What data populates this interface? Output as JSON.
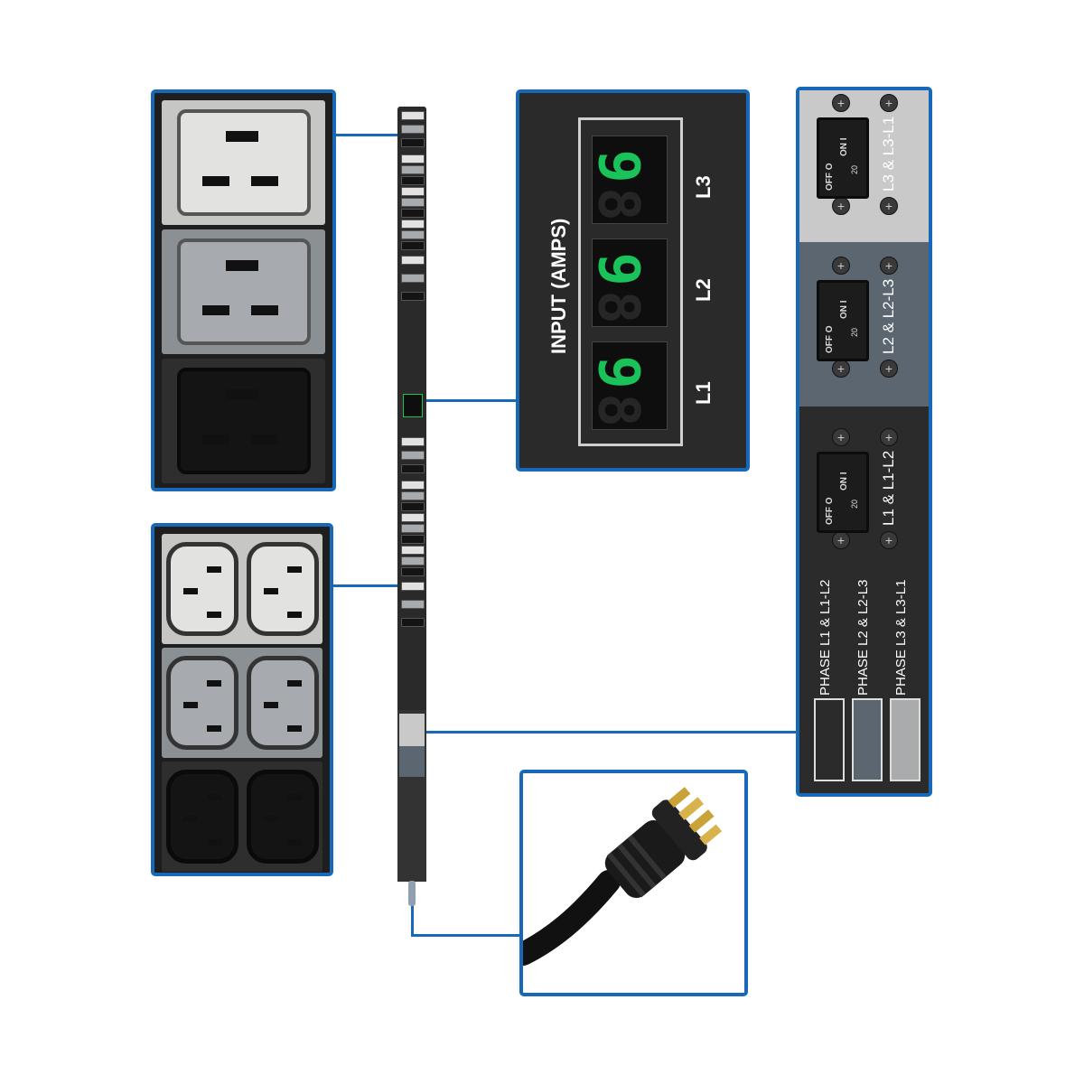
{
  "display_panel": {
    "title": "INPUT (AMPS)",
    "phases": [
      {
        "label": "L3",
        "digit_on": "9",
        "digit_off": "8"
      },
      {
        "label": "L2",
        "digit_on": "9",
        "digit_off": "8"
      },
      {
        "label": "L1",
        "digit_on": "9",
        "digit_off": "8"
      }
    ]
  },
  "breaker_panel": {
    "breakers": [
      {
        "label": "L3 & L3-L1",
        "off": "OFF",
        "off_symbol": "O",
        "on": "ON",
        "on_symbol": "I",
        "rating": "20",
        "color": "#c9c9c9"
      },
      {
        "label": "L2 & L2-L3",
        "off": "OFF",
        "off_symbol": "O",
        "on": "ON",
        "on_symbol": "I",
        "rating": "20",
        "color": "#5c6670"
      },
      {
        "label": "L1 & L1-L2",
        "off": "OFF",
        "off_symbol": "O",
        "on": "ON",
        "on_symbol": "I",
        "rating": "20",
        "color": "#2b2b2b"
      }
    ],
    "legend": [
      {
        "label": "PHASE  L1 & L1-L2",
        "color": "#2b2b2b"
      },
      {
        "label": "PHASE  L2 & L2-L3",
        "color": "#5c6670"
      },
      {
        "label": "PHASE  L3 & L3-L1",
        "color": "#a9abac"
      }
    ]
  },
  "colors": {
    "accent": "#1769b8",
    "display_green": "#19c35a"
  }
}
